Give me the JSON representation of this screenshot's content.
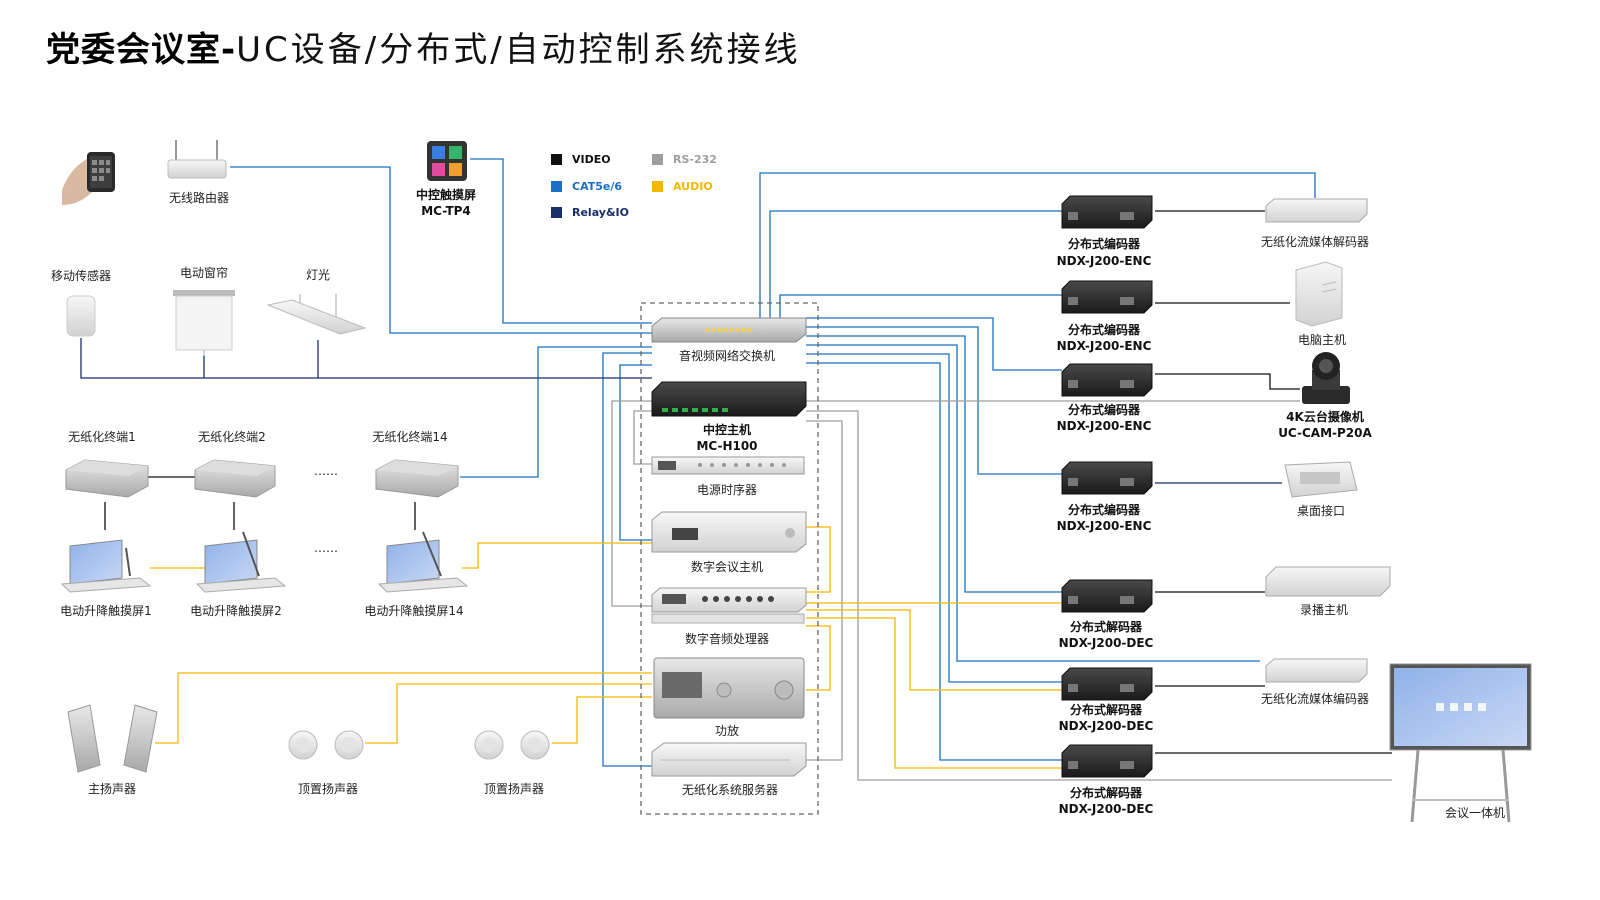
{
  "title": {
    "bold": "党委会议室-",
    "rest": "UC设备/分布式/自动控制系统接线"
  },
  "legend": [
    {
      "label": "VIDEO",
      "color": "#111111"
    },
    {
      "label": "CAT5e/6",
      "color": "#1a6fc4"
    },
    {
      "label": "Relay&IO",
      "color": "#1b2f6b"
    },
    {
      "label": "RS-232",
      "color": "#9e9e9e"
    },
    {
      "label": "AUDIO",
      "color": "#f5b800"
    }
  ],
  "colors": {
    "video": "#111111",
    "cat": "#1a6fc4",
    "relay": "#1b2f6b",
    "rs232": "#9e9e9e",
    "audio": "#f5b800"
  },
  "labels": {
    "router": "无线路由器",
    "touch_panel_name": "中控触摸屏",
    "touch_panel_model": "MC-TP4",
    "motion_sensor": "移动传感器",
    "curtain": "电动窗帘",
    "light": "灯光",
    "terminal1": "无纸化终端1",
    "terminal2": "无纸化终端2",
    "terminal14": "无纸化终端14",
    "ellipsis": "……",
    "screen1": "电动升降触摸屏1",
    "screen2": "电动升降触摸屏2",
    "screen14": "电动升降触摸屏14",
    "main_speaker": "主扬声器",
    "ceiling_speaker": "顶置扬声器",
    "switch": "音视频网络交换机",
    "ctrl_name": "中控主机",
    "ctrl_model": "MC-H100",
    "power_seq": "电源时序器",
    "conf_host": "数字会议主机",
    "dsp": "数字音频处理器",
    "amp": "功放",
    "server": "无纸化系统服务器",
    "enc_name": "分布式编码器",
    "enc_model": "NDX-J200-ENC",
    "dec_name": "分布式解码器",
    "dec_model": "NDX-J200-DEC",
    "stream_decoder": "无纸化流媒体解码器",
    "pc": "电脑主机",
    "camera_name": "4K云台摄像机",
    "camera_model": "UC-CAM-P20A",
    "desk_interface": "桌面接口",
    "recorder": "录播主机",
    "stream_encoder": "无纸化流媒体编码器",
    "conf_display": "会议一体机"
  }
}
